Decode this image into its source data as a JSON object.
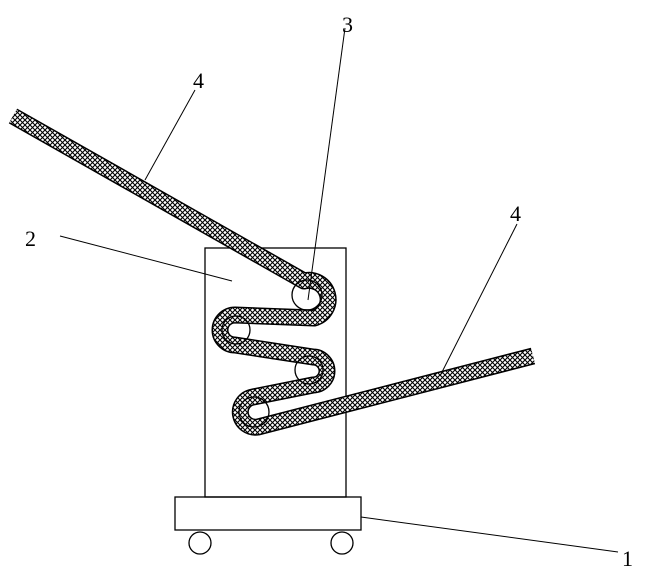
{
  "labels": {
    "base": "1",
    "frame": "2",
    "roller": "3",
    "belt_upper": "4",
    "belt_lower": "4"
  },
  "colors": {
    "line": "#000000",
    "hatch": "#000000",
    "background": "#ffffff"
  }
}
